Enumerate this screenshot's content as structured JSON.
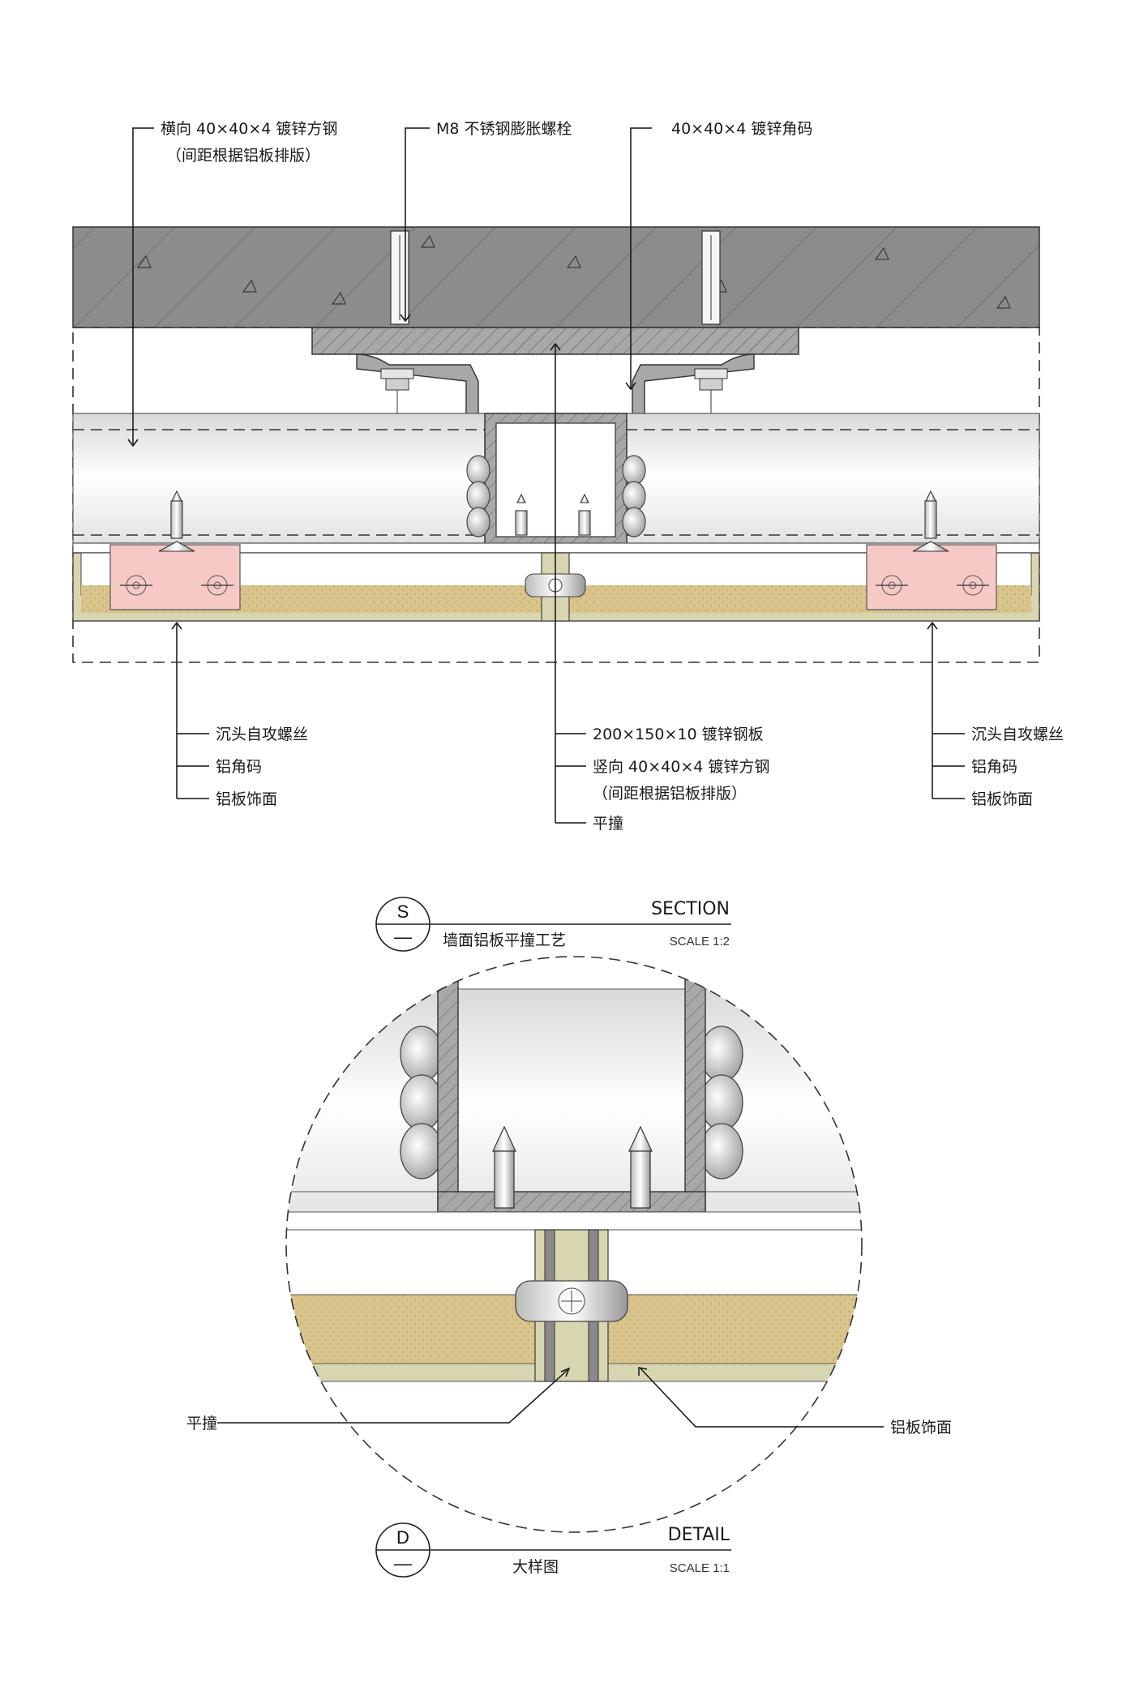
{
  "section": {
    "labels_top": {
      "horizontal_steel_line1": "横向 40×40×4 镀锌方钢",
      "horizontal_steel_line2": "（间距根据铝板排版）",
      "anchor_bolt": "M8 不锈钢膨胀螺栓",
      "angle_code": "40×40×4 镀锌角码"
    },
    "labels_bottom_left": {
      "screw": "沉头自攻螺丝",
      "angle": "铝角码",
      "panel": "铝板饰面"
    },
    "labels_bottom_center": {
      "plate": "200×150×10 镀锌钢板",
      "vertical_steel_line1": "竖向 40×40×4 镀锌方钢",
      "vertical_steel_line2": "（间距根据铝板排版）",
      "flush_joint": "平撞"
    },
    "labels_bottom_right": {
      "screw": "沉头自攻螺丝",
      "angle": "铝角码",
      "panel": "铝板饰面"
    },
    "title_block": {
      "symbol_letter": "S",
      "symbol_sub": "—",
      "heading": "SECTION",
      "name": "墙面铝板平撞工艺",
      "scale": "SCALE 1:2"
    }
  },
  "detail": {
    "labels": {
      "flush_joint": "平撞",
      "panel": "铝板饰面"
    },
    "title_block": {
      "symbol_letter": "D",
      "symbol_sub": "—",
      "heading": "DETAIL",
      "name": "大样图",
      "scale": "SCALE 1:1"
    }
  },
  "colors": {
    "concrete": "#8c8c8c",
    "steel": "#a8a8a8",
    "insulation": "#d9c48c",
    "panel_face": "#d8d6b0",
    "aluminum_angle": "#f6c9c6",
    "hatch": "#555555"
  }
}
